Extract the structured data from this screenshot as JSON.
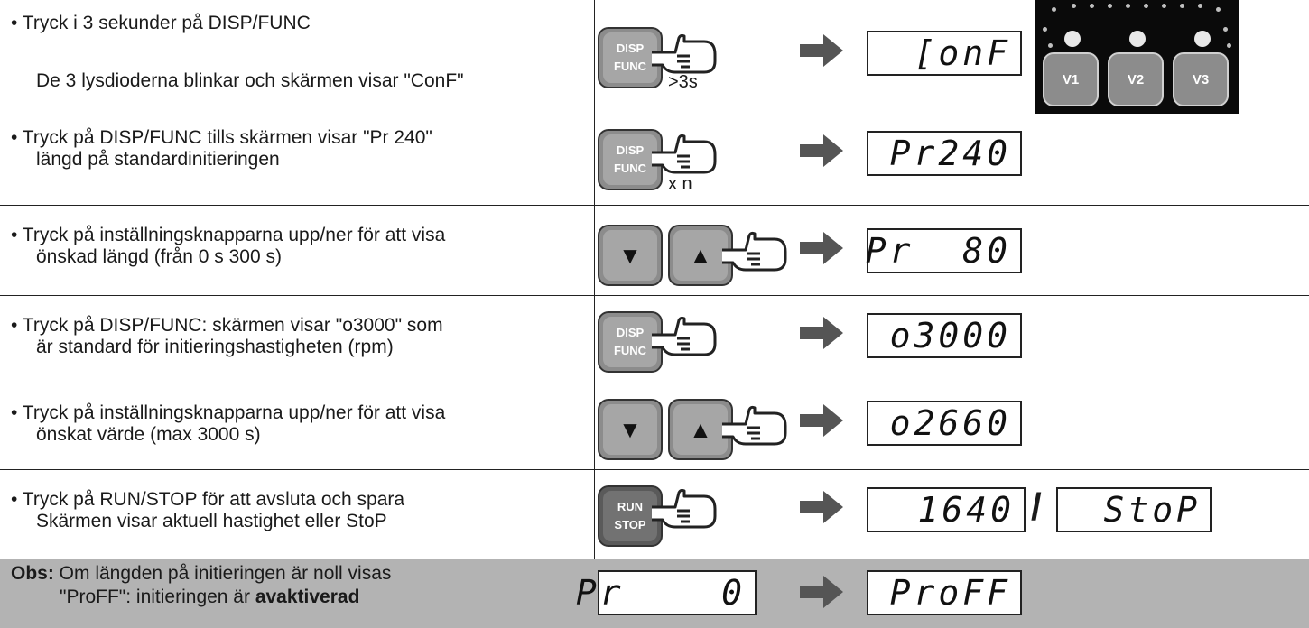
{
  "rows": [
    {
      "line1": "• Tryck i 3 sekunder på DISP/FUNC",
      "line2": "De 3 lysdioderna blinkar och skärmen visar \"ConF\"",
      "button": [
        "DISP",
        "FUNC"
      ],
      "caption": ">3s",
      "display": "[onF"
    },
    {
      "line1": "• Tryck på DISP/FUNC tills skärmen visar \"Pr 240\"",
      "line2": "längd på standardinitieringen",
      "button": [
        "DISP",
        "FUNC"
      ],
      "caption": "x n",
      "display": "Pr240"
    },
    {
      "line1": "• Tryck på inställningsknapparna upp/ner för att visa",
      "line2": "önskad längd (från 0 s 300 s)",
      "down": "▼",
      "up": "▲",
      "display": "Pr  80"
    },
    {
      "line1": "• Tryck på DISP/FUNC: skärmen visar \"o3000\" som",
      "line2": "är standard för initieringshastigheten (rpm)",
      "button": [
        "DISP",
        "FUNC"
      ],
      "display": "o3000"
    },
    {
      "line1": "• Tryck på inställningsknapparna upp/ner för att visa",
      "line2": "önskat värde (max 3000 s)",
      "down": "▼",
      "up": "▲",
      "display": "o2660"
    },
    {
      "line1": "• Tryck på RUN/STOP för att avsluta och spara",
      "line2": "Skärmen visar aktuell hastighet eller StoP",
      "button": [
        "RUN",
        "STOP"
      ],
      "display": "1640",
      "slash": "/",
      "display2": "StoP"
    }
  ],
  "panel": {
    "buttons": [
      "V1",
      "V2",
      "V3"
    ]
  },
  "obs": {
    "label": "Obs:",
    "line1": " Om längden på initieringen är noll visas",
    "line2a": "\"ProFF\": initieringen är ",
    "line2b": "avaktiverad",
    "display_from": "Pr    0",
    "display_to": "ProFF"
  }
}
